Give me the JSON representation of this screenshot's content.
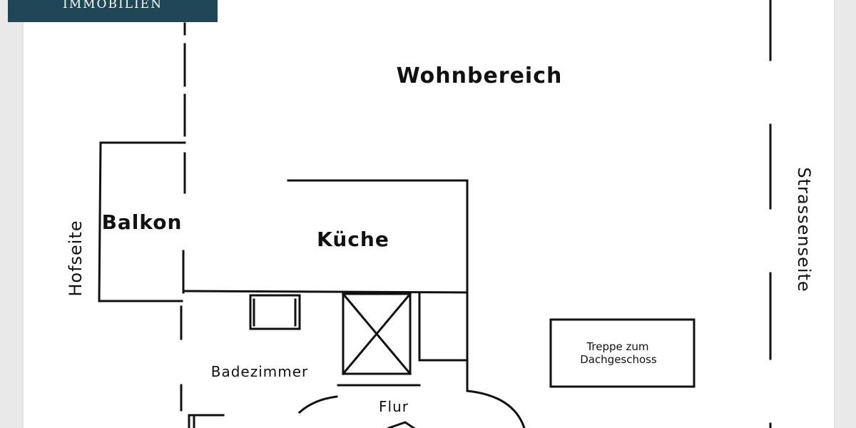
{
  "logo": {
    "text": "IMMOBILIEN",
    "bg_color": "#1f4758"
  },
  "rooms": {
    "living": "Wohnbereich",
    "balcony": "Balkon",
    "kitchen": "Küche",
    "bathroom": "Badezimmer",
    "hallway": "Flur",
    "stairs_line1": "Treppe zum",
    "stairs_line2": "Dachgeschoss"
  },
  "sides": {
    "courtyard": "Hofseite",
    "street": "Strassenseite"
  }
}
